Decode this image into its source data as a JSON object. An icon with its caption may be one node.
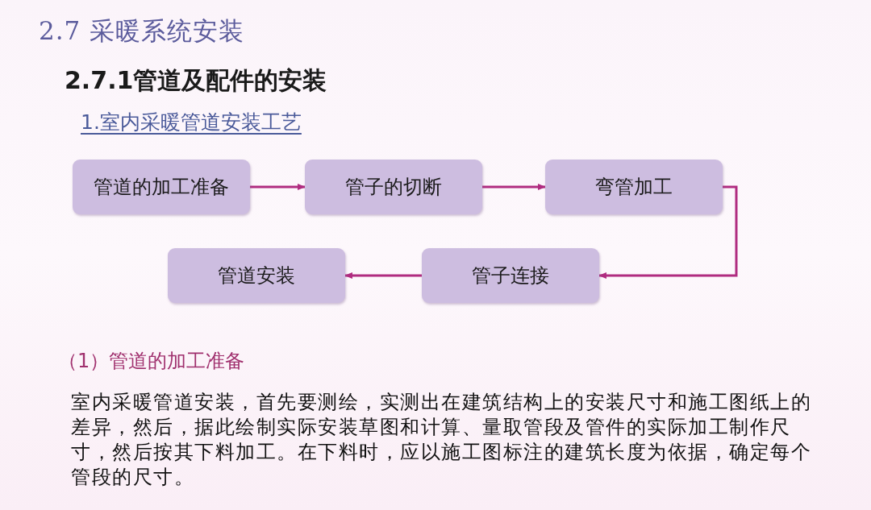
{
  "diagram": {
    "title": "2.7 采暖系统安装",
    "nodes": [
      {
        "text": [
          "管道的加工准备"
        ]
      },
      {
        "text": [
          "管子的切断"
        ]
      },
      {
        "text": [
          "弯管加工"
        ]
      },
      {
        "text": [
          "管子连接"
        ]
      },
      {
        "text": [
          "管道安装"
        ]
      }
    ],
    "edges": [
      {
        "from": 0,
        "to": 1,
        "arrow": "to"
      },
      {
        "from": 1,
        "to": 2,
        "arrow": "to"
      },
      {
        "from": 2,
        "to": 3,
        "arrow": "to"
      },
      {
        "from": 3,
        "to": 4,
        "arrow": "to"
      }
    ],
    "labels": [
      "2.7.1管道及配件的安装",
      "1.室内采暖管道安装工艺",
      "（1）管道的加工准备",
      "室内采暖管道安装，首先要测绘，实测出在建筑结构上的安装尺寸和施工图纸上的差异，然后，据此绘制实际安装草图和计算、量取管段及管件的实际加工制作尺寸，然后按其下料加工。在下料时，应以施工图标注的建筑长度为依据，确定每个管段的尺寸。"
    ]
  }
}
